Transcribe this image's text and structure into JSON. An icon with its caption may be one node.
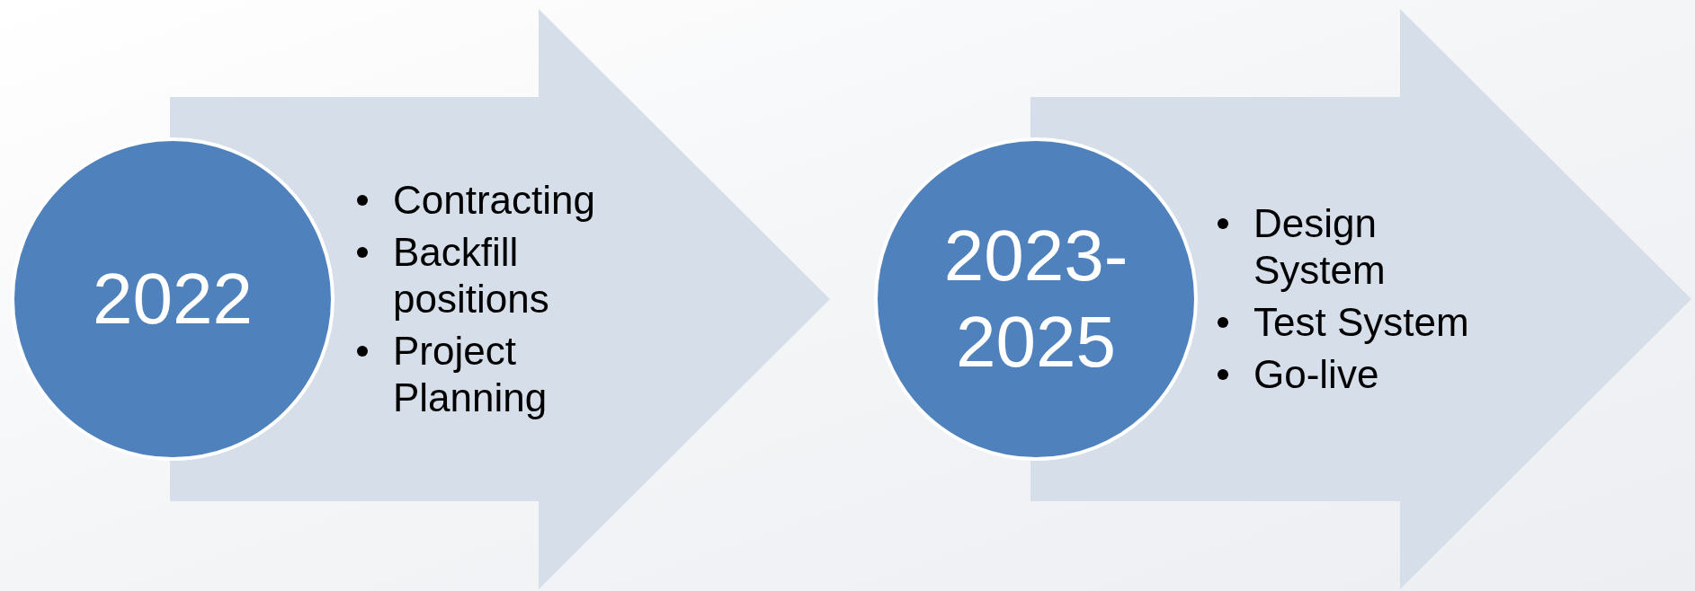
{
  "diagram": {
    "nodes": [
      {
        "text": [
          "2022"
        ]
      },
      {
        "text": [
          "Contracting",
          "Backfill positions",
          "Project Planning"
        ]
      },
      {
        "text": [
          "2023-2025"
        ]
      },
      {
        "text": [
          "Design System",
          "Test System",
          "Go-live"
        ]
      }
    ]
  }
}
